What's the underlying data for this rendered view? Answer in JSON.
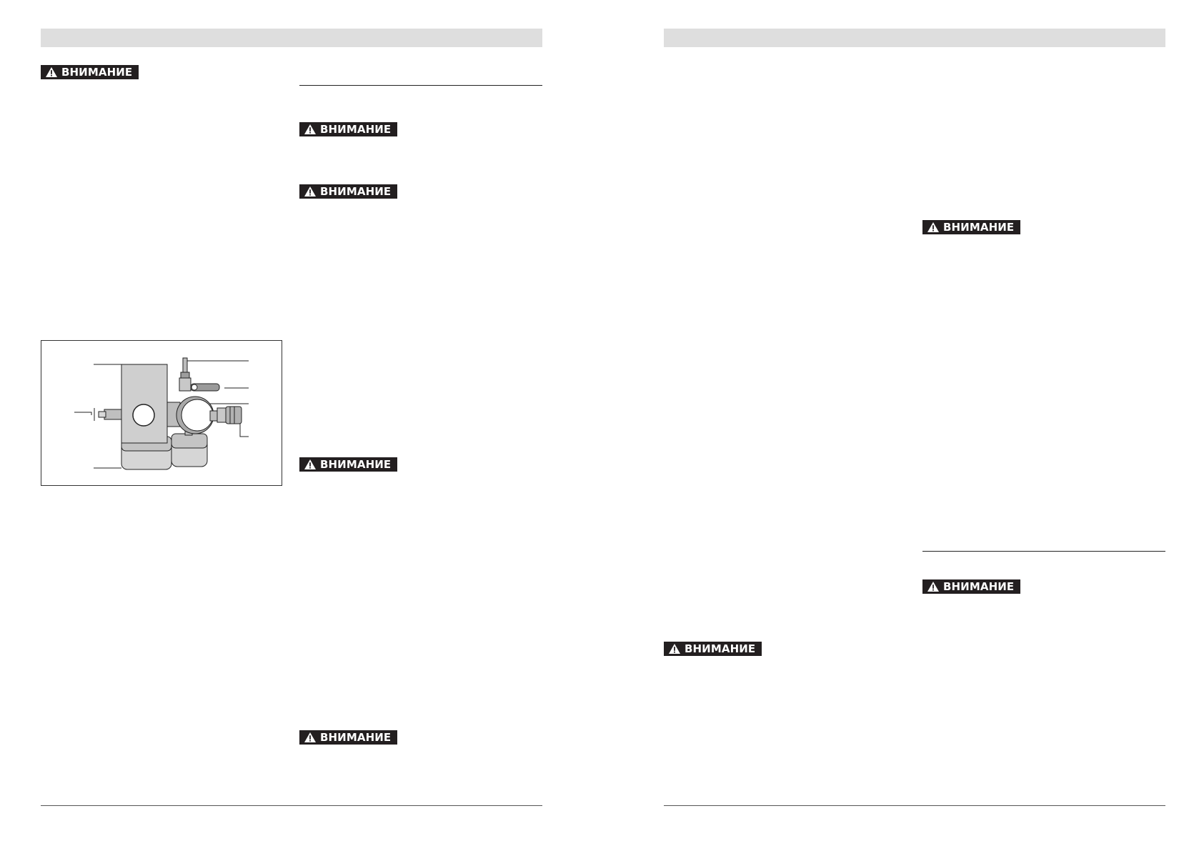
{
  "warning_label": "ВНИМАНИЕ",
  "colors": {
    "header_bar": "#dedede",
    "badge_background": "#231f20",
    "badge_text": "#ffffff",
    "rule": "#222222"
  },
  "icons": {
    "warning": "warning-triangle-icon"
  },
  "figure": {
    "subject": "air-regulator-assembly",
    "callout_count": 7
  }
}
